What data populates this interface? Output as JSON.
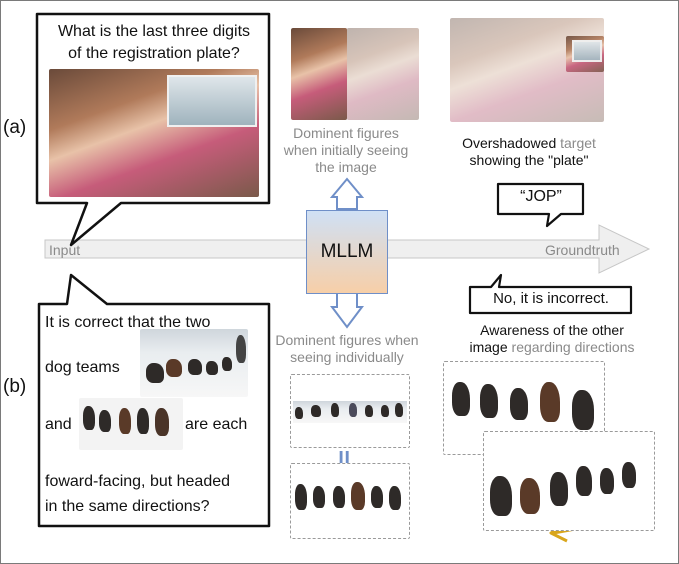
{
  "labels": {
    "a": "(a)",
    "b": "(b)"
  },
  "question_a": {
    "line1": "What is the last three digits",
    "line2": "of the registration plate?"
  },
  "question_b": {
    "line1": "It is correct that the two",
    "line2": "dog teams",
    "line3_pre": "and",
    "line3_post": "are each",
    "line4": "foward-facing, but headed",
    "line5": "in the same directions?"
  },
  "top_middle_caption": {
    "line1": "Dominent figures",
    "line2": "when initially seeing",
    "line3": "the image"
  },
  "top_right_caption": {
    "line1_dark": "Overshadowed",
    "line1_gray": "target",
    "line2": "showing the \"plate\""
  },
  "answer_a": "“JOP”",
  "axis": {
    "input": "Input",
    "groundtruth": "Groundtruth"
  },
  "mllm": "MLLM",
  "answer_b": "No, it is incorrect.",
  "bottom_middle_caption": {
    "line1": "Dominent figures when",
    "line2": "seeing individually"
  },
  "equals_sign": "||",
  "bottom_right_caption": {
    "line1": "Awareness of the other",
    "line2_dark": "image",
    "line2_gray": "regarding directions"
  },
  "colors": {
    "mllm_top": "#cfe0f5",
    "mllm_bottom": "#f7cfa8",
    "arrow_outline": "#6f8fc8",
    "direction_arrow": "#d9a61c",
    "text_gray": "#8a8a8a"
  }
}
